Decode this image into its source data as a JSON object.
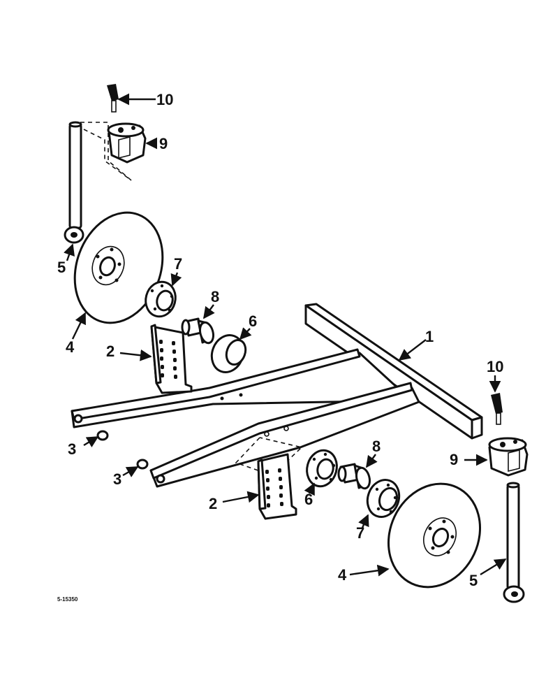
{
  "callouts": {
    "c1": "1",
    "c2a": "2",
    "c2b": "2",
    "c3a": "3",
    "c3b": "3",
    "c4a": "4",
    "c4b": "4",
    "c5a": "5",
    "c5b": "5",
    "c6a": "6",
    "c6b": "6",
    "c7a": "7",
    "c7b": "7",
    "c8a": "8",
    "c8b": "8",
    "c9a": "9",
    "c9b": "9",
    "c10a": "10",
    "c10b": "10"
  },
  "figure_code": "5-15350"
}
